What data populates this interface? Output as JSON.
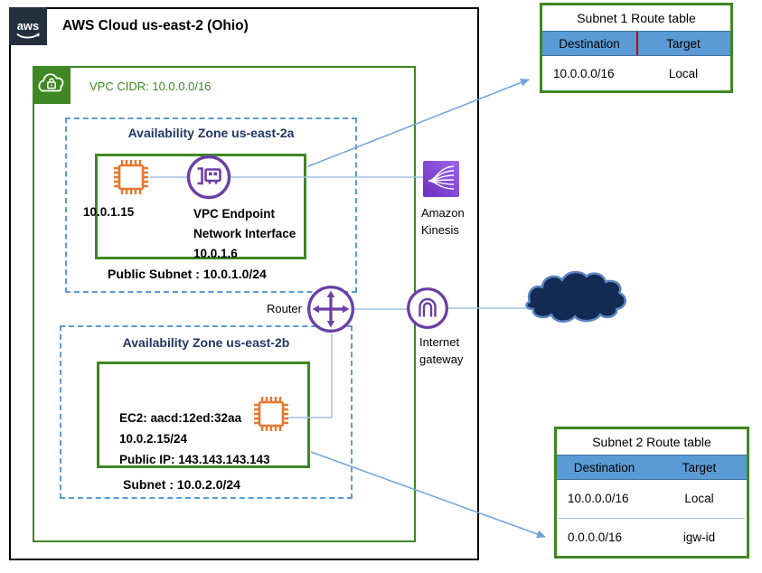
{
  "diagram": {
    "title": "AWS Cloud us-east-2 (Ohio)",
    "aws_logo_text": "aws",
    "vpc": {
      "cidr_label": "VPC CIDR: 10.0.0.0/16"
    },
    "az_a": {
      "title": "Availability Zone  us-east-2a",
      "instance_ip": "10.0.1.15",
      "endpoint_lines": [
        "VPC Endpoint",
        "Network Interface",
        "10.0.1.6"
      ],
      "subnet_label": "Public Subnet : 10.0.1.0/24"
    },
    "az_b": {
      "title": "Availability Zone  us-east-2b",
      "ec2_lines": [
        "EC2: aacd:12ed:32aa",
        "10.0.2.15/24",
        "Public IP: 143.143.143.143"
      ],
      "subnet_label": "Subnet : 10.0.2.0/24"
    },
    "router_label": "Router",
    "internet_gateway_label": [
      "Internet",
      "gateway"
    ],
    "kinesis_label": [
      "Amazon",
      "Kinesis"
    ],
    "icons": {
      "aws": "aws-logo",
      "vpc": "vpc-cloud-lock-icon",
      "instance_a": "ec2-chip-icon",
      "instance_b": "ec2-chip-icon",
      "endpoint": "vpc-endpoint-network-interface-icon",
      "router": "router-icon",
      "internet_gateway": "internet-gateway-icon",
      "kinesis": "amazon-kinesis-icon",
      "internet": "internet-cloud-shape"
    },
    "colors": {
      "aws_border": "#000000",
      "aws_logo_bg": "#232F3E",
      "vpc_green": "#3E8722",
      "az_dashed_blue": "#5B9BD5",
      "az_title_navy": "#1F3864",
      "icon_purple": "#6B3FA6",
      "ec2_orange": "#E8772E",
      "kinesis_purple_dark": "#6D2EBF",
      "kinesis_purple_light": "#9D66EA",
      "connector_blue": "#9DC3E6",
      "arrow_blue": "#6FA3DB",
      "table_header_blue": "#5B9BD5",
      "table_divider_red": "#C00000",
      "cloud_fill_navy": "#132A52",
      "cloud_stroke_blue": "#5C85C5"
    }
  },
  "route_tables": {
    "subnet1": {
      "title": "Subnet 1 Route table",
      "headers": [
        "Destination",
        "Target"
      ],
      "rows": [
        [
          "10.0.0.0/16",
          "Local"
        ]
      ]
    },
    "subnet2": {
      "title": "Subnet 2 Route table",
      "headers": [
        "Destination",
        "Target"
      ],
      "rows": [
        [
          "10.0.0.0/16",
          "Local"
        ],
        [
          "0.0.0.0/16",
          "igw-id"
        ]
      ]
    }
  }
}
